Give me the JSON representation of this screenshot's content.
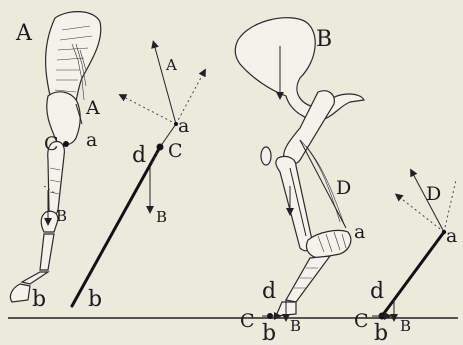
{
  "panels": [
    {
      "id": "A",
      "label": "A"
    },
    {
      "id": "B",
      "label": "B"
    }
  ],
  "labels": {
    "A_force": "A",
    "A_limb_a": "a",
    "A_limb_c": "C",
    "A_limb_B": "B",
    "A_limb_b": "b",
    "A_strut_a": "a",
    "A_strut_c": "C",
    "A_strut_d": "d",
    "A_strut_B": "B",
    "A_strut_b": "b",
    "B_limb_D": "D",
    "B_limb_a": "a",
    "B_limb_d": "d",
    "B_limb_c": "C",
    "B_limb_b": "b",
    "B_limb_B": "B",
    "B_strut_D": "D",
    "B_strut_a": "a",
    "B_strut_d": "d",
    "B_strut_c": "C",
    "B_strut_b": "b",
    "B_strut_B": "B"
  },
  "colors": {
    "ink": "#1b1b1b",
    "paper": "#ece9dd",
    "bone": "#f4f2ea"
  }
}
